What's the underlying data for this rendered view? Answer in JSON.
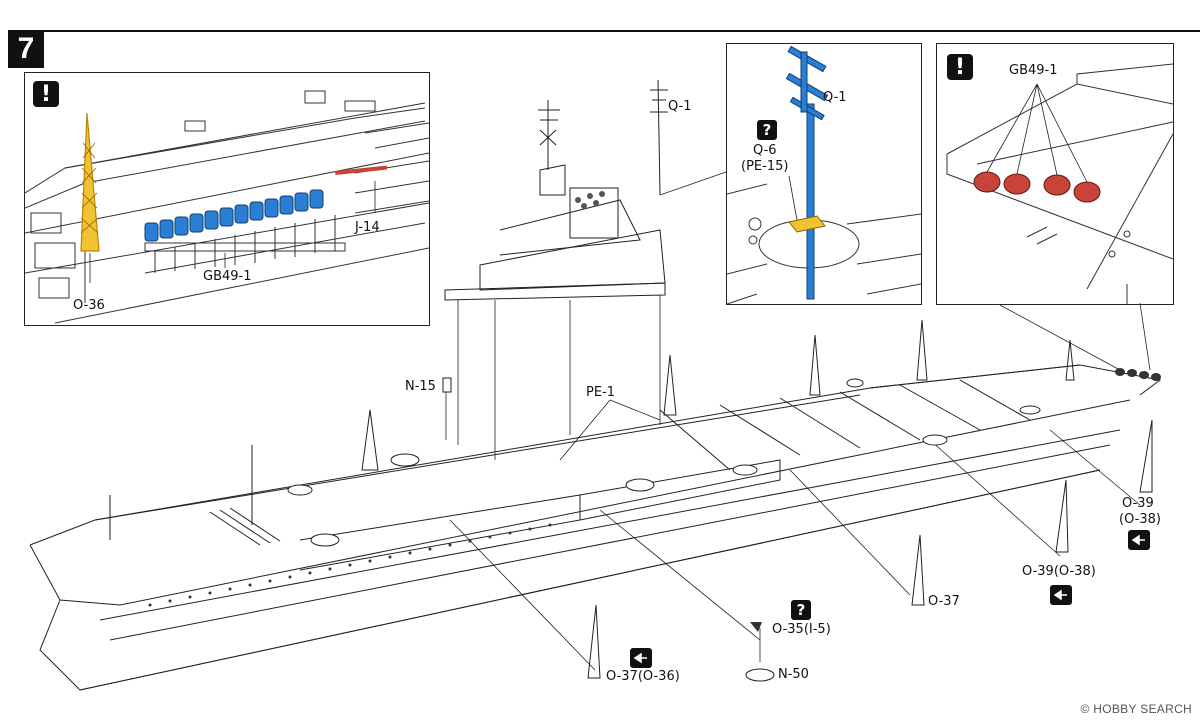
{
  "step": {
    "number": "7"
  },
  "notices": {
    "exclamation": "!",
    "question": "?"
  },
  "parts": {
    "o36_inset": "O-36",
    "gb49_1_inset_left": "GB49-1",
    "j14": "J-14",
    "q1_mast": "Q-1",
    "q1_zoom": "Q-1",
    "q6_pe15": [
      "Q-6",
      "(PE-15)"
    ],
    "gb49_1_inset_right": "GB49-1",
    "n15": "N-15",
    "pe1": "PE-1",
    "o39_o38_right": [
      "O-39",
      "(O-38)"
    ],
    "o39_o38_mid": "O-39(O-38)",
    "o37": "O-37",
    "o35_i5": "O-35(I-5)",
    "n50": "N-50",
    "o37_o36": "O-37(O-36)"
  },
  "colors": {
    "highlight_yellow": "#f2c230",
    "highlight_blue": "#2a7fd4",
    "highlight_red": "#c8443a",
    "line": "#222222"
  },
  "icons": [
    "exclamation-icon",
    "question-icon",
    "direction-arrow-icon"
  ],
  "watermark": "© HOBBY SEARCH"
}
